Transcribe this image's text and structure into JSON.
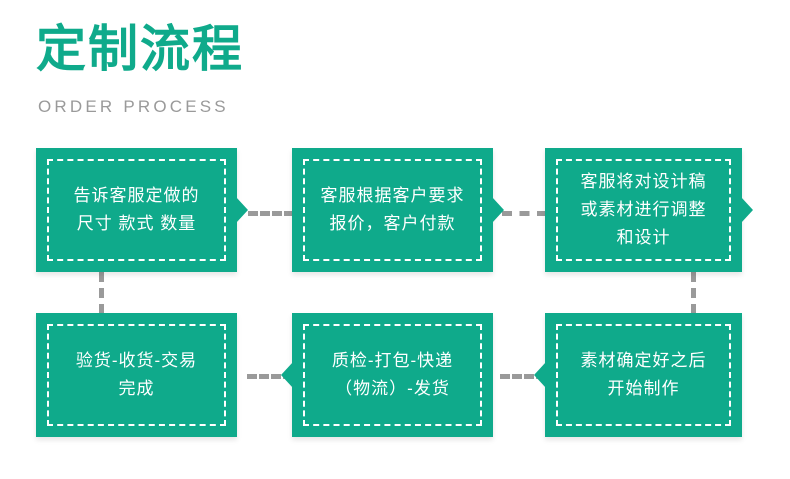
{
  "header": {
    "title": "定制流程",
    "subtitle": "ORDER PROCESS"
  },
  "theme": {
    "accent": "#0faa8b",
    "connector": "#9a9a9a",
    "subtitle_color": "#9a9a9a",
    "background": "#ffffff",
    "box_text_color": "#ffffff"
  },
  "steps": [
    {
      "id": 1,
      "text": "告诉客服定做的\n尺寸 款式 数量",
      "arrow": "right"
    },
    {
      "id": 2,
      "text": "客服根据客户要求\n报价，客户付款",
      "arrow": "right"
    },
    {
      "id": 3,
      "text": "客服将对设计稿\n或素材进行调整\n和设计",
      "arrow": "right"
    },
    {
      "id": 4,
      "text": "素材确定好之后\n开始制作",
      "arrow": "left"
    },
    {
      "id": 5,
      "text": "质检-打包-快递\n（物流）-发货",
      "arrow": "left"
    },
    {
      "id": 6,
      "text": "验货-收货-交易\n完成",
      "arrow": "none"
    }
  ]
}
